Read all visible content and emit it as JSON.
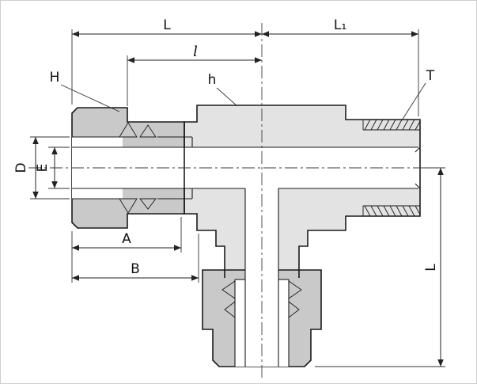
{
  "drawing": {
    "labels": {
      "length_left": "L",
      "length_right": "L₁",
      "length_center": "l",
      "nut_hex_flats": "H",
      "body_hex_flats": "h",
      "thread_size": "T",
      "tube_od": "D",
      "bore_diameter": "E",
      "dim_a": "A",
      "dim_b": "B",
      "length_vertical": "L"
    },
    "colors": {
      "background": "#ffffff",
      "outline": "#1a1a1a",
      "dimension": "#222222",
      "nut_fill": "#c9c9c9",
      "body_fill": "#e3e3e3",
      "bore_fill": "#ffffff"
    }
  }
}
